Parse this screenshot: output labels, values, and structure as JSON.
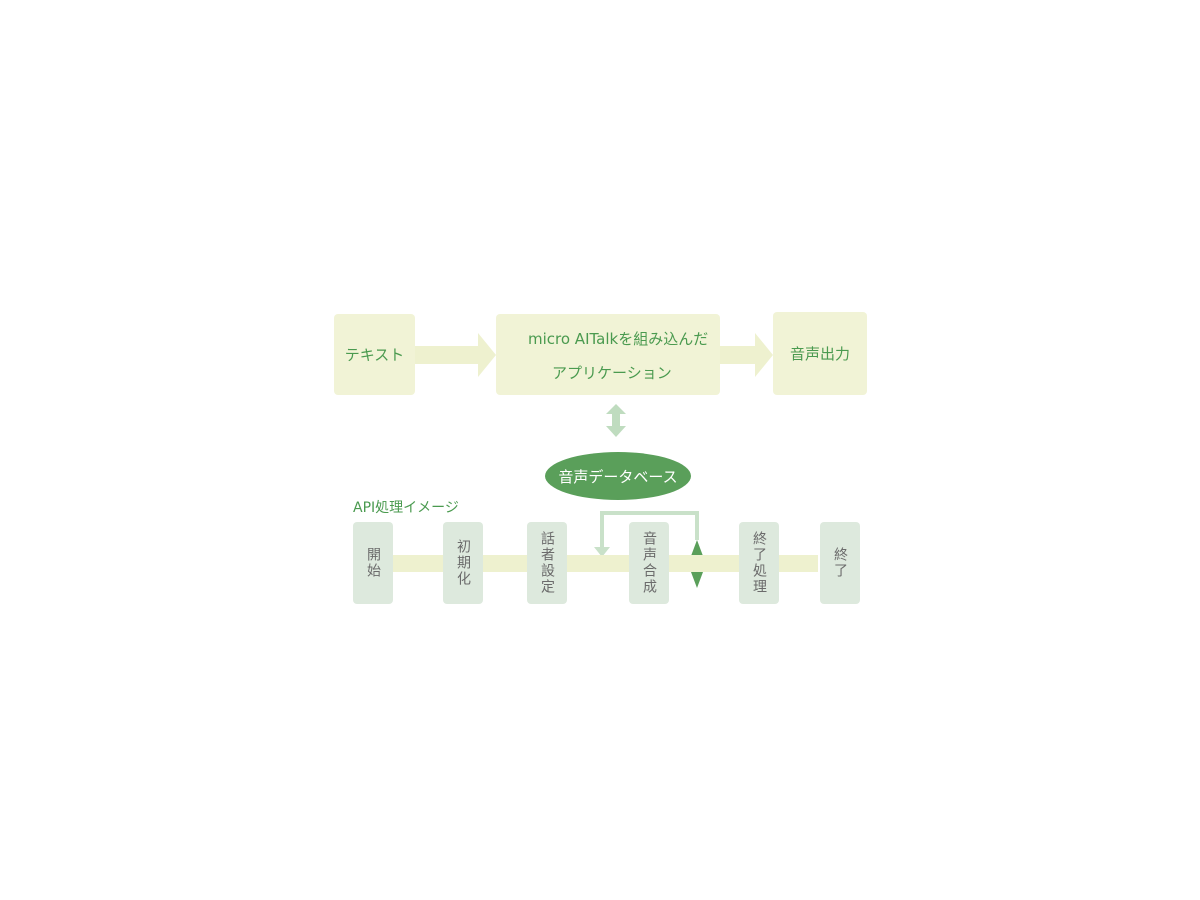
{
  "top_flow": {
    "text_box": "テキスト",
    "app_line1": "micro AITalkを組み込んだ",
    "app_line2": "アプリケーション",
    "output_box": "音声出力"
  },
  "database": {
    "label": "音声データベース"
  },
  "api": {
    "title": "API処理イメージ",
    "steps": [
      {
        "label": "開始"
      },
      {
        "label": "初期化"
      },
      {
        "label": "話者設定"
      },
      {
        "label": "音声合成"
      },
      {
        "label": "終了処理"
      },
      {
        "label": "終了"
      }
    ]
  },
  "colors": {
    "pale_box": "#f1f3d6",
    "arrow": "#eef1cf",
    "dark_green": "#5a9f5a",
    "step_box": "#dde9dd",
    "label_green": "#4a9a4f"
  }
}
